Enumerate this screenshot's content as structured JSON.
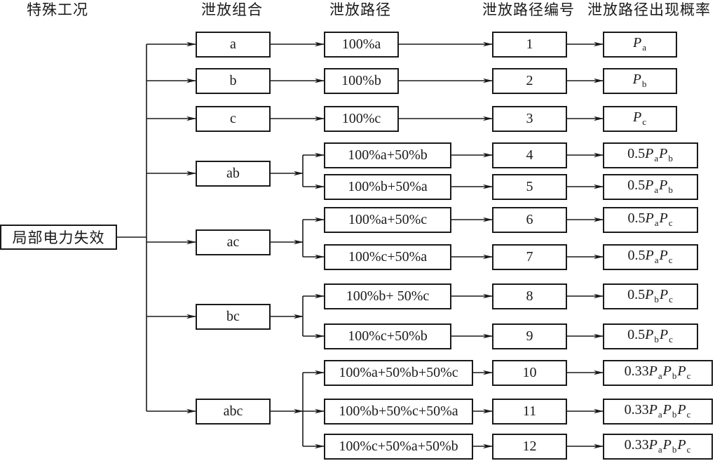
{
  "headers": {
    "condition": "特殊工况",
    "combination": "泄放组合",
    "path": "泄放路径",
    "path_number": "泄放路径编号",
    "probability": "泄放路径出现概率"
  },
  "root": {
    "label": "局部电力失效"
  },
  "combinations": [
    {
      "id": "a",
      "label": "a",
      "paths": [
        {
          "label": "100%a",
          "number": "1",
          "prob": {
            "coef": "",
            "factors": [
              "a"
            ]
          }
        }
      ]
    },
    {
      "id": "b",
      "label": "b",
      "paths": [
        {
          "label": "100%b",
          "number": "2",
          "prob": {
            "coef": "",
            "factors": [
              "b"
            ]
          }
        }
      ]
    },
    {
      "id": "c",
      "label": "c",
      "paths": [
        {
          "label": "100%c",
          "number": "3",
          "prob": {
            "coef": "",
            "factors": [
              "c"
            ]
          }
        }
      ]
    },
    {
      "id": "ab",
      "label": "ab",
      "paths": [
        {
          "label": "100%a+50%b",
          "number": "4",
          "prob": {
            "coef": "0.5",
            "factors": [
              "a",
              "b"
            ]
          }
        },
        {
          "label": "100%b+50%a",
          "number": "5",
          "prob": {
            "coef": "0.5",
            "factors": [
              "a",
              "b"
            ]
          }
        }
      ]
    },
    {
      "id": "ac",
      "label": "ac",
      "paths": [
        {
          "label": "100%a+50%c",
          "number": "6",
          "prob": {
            "coef": "0.5",
            "factors": [
              "a",
              "c"
            ]
          }
        },
        {
          "label": "100%c+50%a",
          "number": "7",
          "prob": {
            "coef": "0.5",
            "factors": [
              "a",
              "c"
            ]
          }
        }
      ]
    },
    {
      "id": "bc",
      "label": "bc",
      "paths": [
        {
          "label": "100%b+ 50%c",
          "number": "8",
          "prob": {
            "coef": "0.5",
            "factors": [
              "b",
              "c"
            ]
          }
        },
        {
          "label": "100%c+50%b",
          "number": "9",
          "prob": {
            "coef": "0.5",
            "factors": [
              "b",
              "c"
            ]
          }
        }
      ]
    },
    {
      "id": "abc",
      "label": "abc",
      "paths": [
        {
          "label": "100%a+50%b+50%c",
          "number": "10",
          "prob": {
            "coef": "0.33",
            "factors": [
              "a",
              "b",
              "c"
            ]
          }
        },
        {
          "label": "100%b+50%c+50%a",
          "number": "11",
          "prob": {
            "coef": "0.33",
            "factors": [
              "a",
              "b",
              "c"
            ]
          }
        },
        {
          "label": "100%c+50%a+50%b",
          "number": "12",
          "prob": {
            "coef": "0.33",
            "factors": [
              "a",
              "b",
              "c"
            ]
          }
        }
      ]
    }
  ],
  "probability_symbol": "P"
}
